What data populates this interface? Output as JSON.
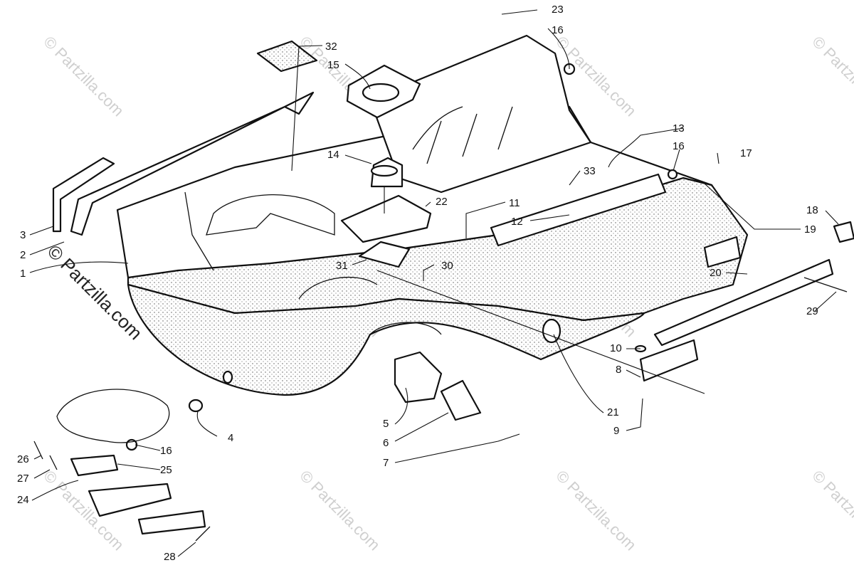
{
  "watermark": {
    "text": "© Partzilla.com"
  },
  "callouts": {
    "p1": "1",
    "p2": "2",
    "p3": "3",
    "p4": "4",
    "p5": "5",
    "p6": "6",
    "p7": "7",
    "p8": "8",
    "p9": "9",
    "p10": "10",
    "p11": "11",
    "p12": "12",
    "p13": "13",
    "p14": "14",
    "p15": "15",
    "p16": "16",
    "p17": "17",
    "p18": "18",
    "p19": "19",
    "p20": "20",
    "p21": "21",
    "p22": "22",
    "p23": "23",
    "p24": "24",
    "p25": "25",
    "p26": "26",
    "p27": "27",
    "p28": "28",
    "p29": "29",
    "p30": "30",
    "p31": "31",
    "p32": "32",
    "p33": "33"
  }
}
